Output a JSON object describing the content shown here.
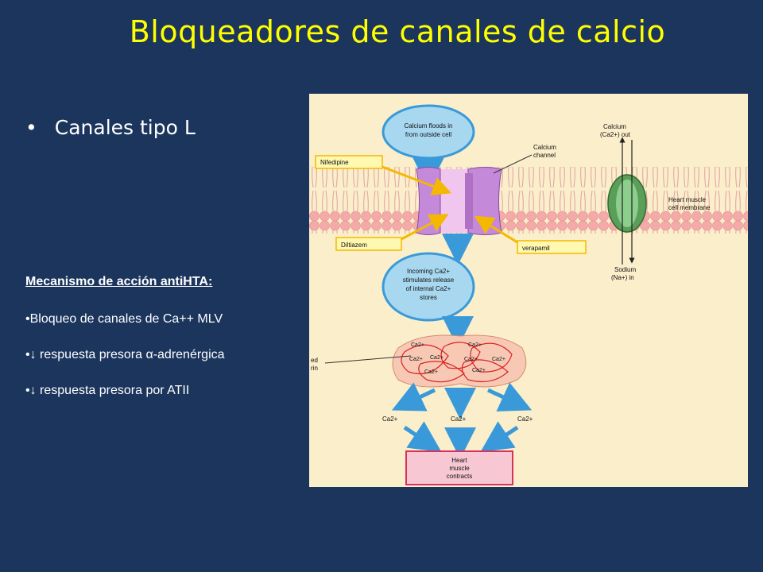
{
  "slide": {
    "title": "Bloqueadores de canales de calcio",
    "bullet_main": "Canales tipo L",
    "mechanism_heading": "Mecanismo de acción antiHTA:",
    "mechanism_items": [
      "•Bloqueo de canales de Ca++ MLV",
      "•↓ respuesta presora α-adrenérgica",
      "•↓ respuesta presora por ATII"
    ]
  },
  "diagram": {
    "floods": [
      "Calcium floods in",
      "from outside cell"
    ],
    "calcium_channel": [
      "Calcium",
      "channel"
    ],
    "nifedipine": "Nifedipine",
    "diltiazem": "Diltiazem",
    "verapamil": "verapamil",
    "calcium_out": [
      "Calcium",
      "(Ca2+) out"
    ],
    "membrane": [
      "Heart muscle",
      "cell membrane"
    ],
    "sodium_in": [
      "Sodium",
      "(Na+) in"
    ],
    "incoming": [
      "Incoming Ca2+",
      "stimulates release",
      "of internal Ca2+",
      "stores"
    ],
    "stored_partial": [
      "ed",
      "rin"
    ],
    "ca_label": "Ca2+",
    "heart": [
      "Heart",
      "muscle",
      "contracts"
    ]
  },
  "colors": {
    "background": "#1b355d",
    "title": "#ffff00",
    "figure_bg": "#fbeecb",
    "bubble": "#a8d8f0",
    "arrow_blue": "#3a9ad9",
    "membrane_pink": "#f5aaaa",
    "channel_purple": "#c48ad9",
    "label_yellow": "#fff8b0",
    "heart_box": "#f7c8d4"
  }
}
